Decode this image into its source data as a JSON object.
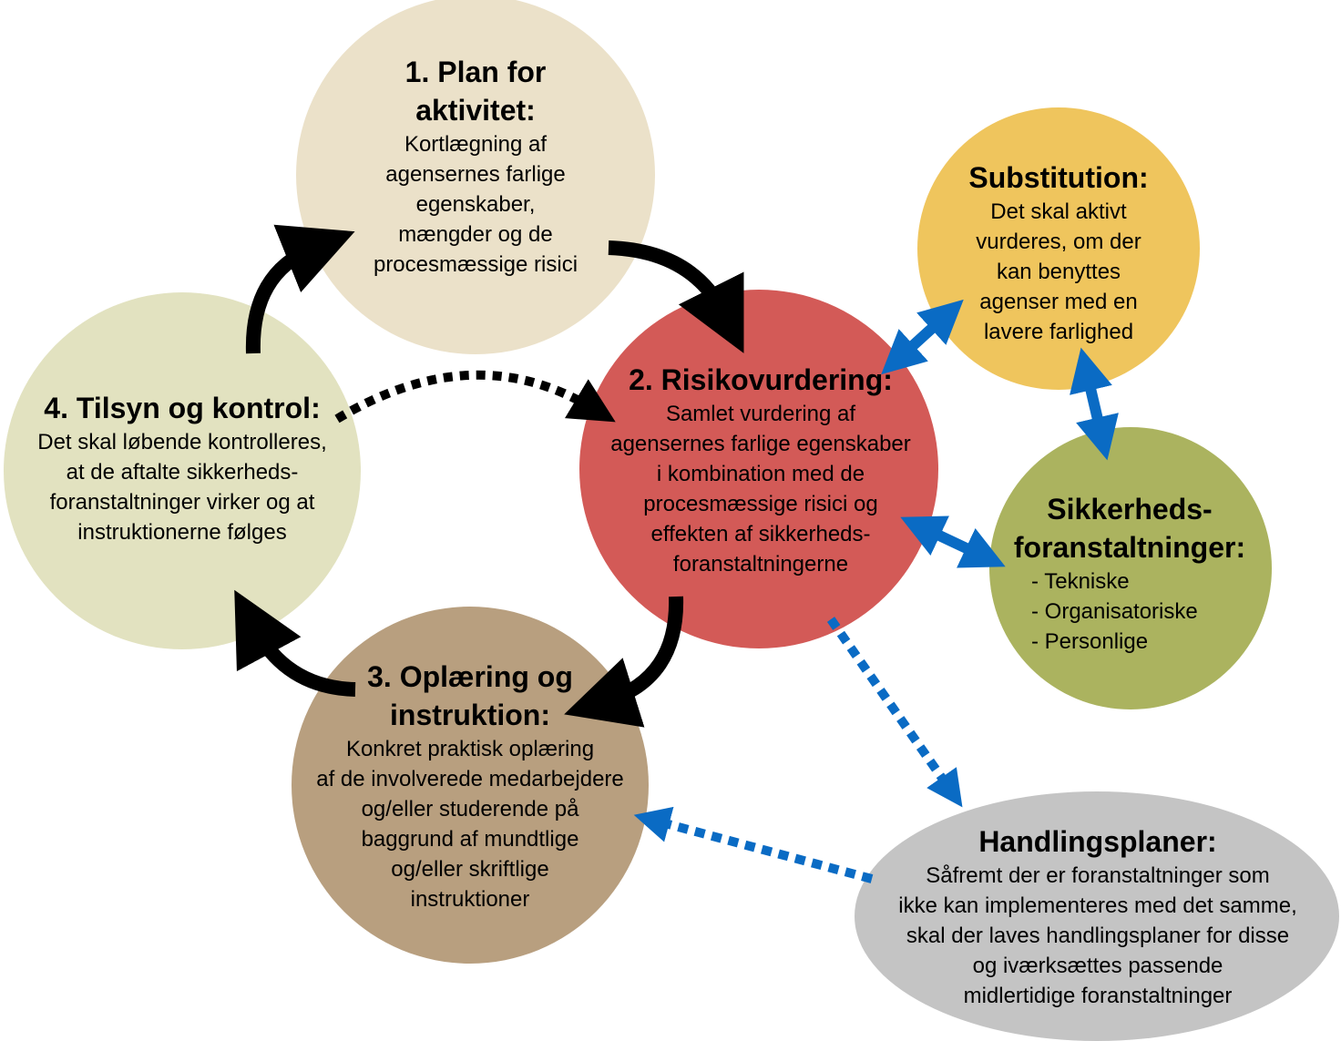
{
  "colors": {
    "plan": "#ebe1c9",
    "risk": "#d35a57",
    "training": "#b89f7f",
    "supervision": "#e2e2c0",
    "substitution": "#efc55d",
    "measures": "#abb35f",
    "action": "#c4c4c4",
    "cycle_arrow": "#000000",
    "blue_arrow": "#0a6bc4"
  },
  "nodes": {
    "plan": {
      "title": "1. Plan for\naktivitet:",
      "body": "Kortlægning af\nagensernes farlige\negenskaber,\nmængder og de\nprocesmæssige risici"
    },
    "risk": {
      "title": "2. Risikovurdering:",
      "body": "Samlet vurdering af\nagensernes farlige egenskaber\ni kombination med de\nprocesmæssige risici og\neffekten af sikkerheds-\nforanstaltningerne"
    },
    "training": {
      "title": "3. Oplæring og\ninstruktion:",
      "body": "Konkret praktisk oplæring\naf de involverede medarbejdere\nog/eller studerende på\nbaggrund af mundtlige\nog/eller skriftlige\ninstruktioner"
    },
    "supervision": {
      "title": "4. Tilsyn og kontrol:",
      "body": "Det skal løbende kontrolleres,\nat de aftalte sikkerheds-\nforanstaltninger virker og at\ninstruktionerne følges"
    },
    "substitution": {
      "title": "Substitution:",
      "body": "Det skal aktivt\nvurderes, om der\nkan benyttes\nagenser med en\nlavere farlighed"
    },
    "measures": {
      "title": "Sikkerheds-\nforanstaltninger:",
      "items": [
        "- Tekniske",
        "- Organisatoriske",
        "- Personlige"
      ]
    },
    "action": {
      "title": "Handlingsplaner:",
      "body": "Såfremt der er foranstaltninger som\nikke kan implementeres med det samme,\nskal der laves handlingsplaner for disse\nog iværksættes passende\nmidlertidige foranstaltninger"
    }
  }
}
